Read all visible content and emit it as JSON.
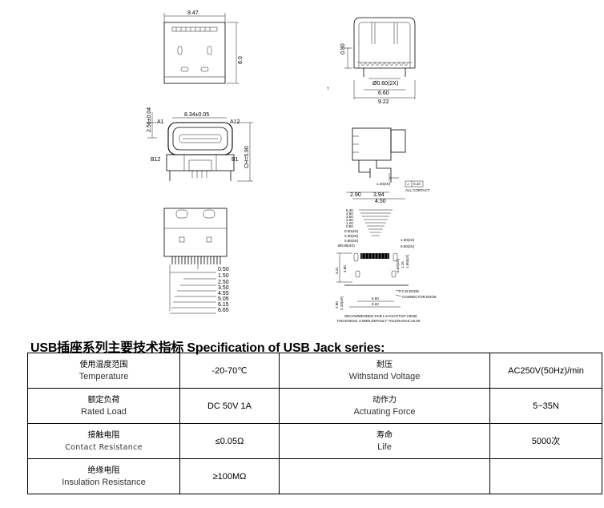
{
  "section_title": "USB插座系列主要技术指标 Specification of USB Jack series:",
  "drawings": {
    "top_view": {
      "width": "9.47",
      "height": "8.0"
    },
    "side_view": {
      "height": "0.80",
      "hole": "Ø0.60(2X)",
      "inner": "6.60",
      "outer": "9.22",
      "mark": "T"
    },
    "front_view": {
      "opening": "8.34±0.05",
      "pin_a1": "A1",
      "pin_a12": "A12",
      "pin_b12": "B12",
      "pin_b1": "B1",
      "height_left": "2.56±0.04",
      "height_right": "CH=5.90"
    },
    "side_view_2": {
      "flatness": "1.20(4X)",
      "tolerance": "0.10",
      "contact_note": "ALL CONTACT",
      "dim_a": "2.90",
      "dim_b": "3.94",
      "dim_c": "4.50"
    },
    "bottom_view": {
      "pitches": [
        "0.50",
        "1.50",
        "2.50",
        "3.50",
        "4.55",
        "5.05",
        "6.15",
        "6.65"
      ]
    },
    "pcb_layout": {
      "left_dims": [
        "6.40",
        "4.80",
        "3.60",
        "2.60",
        "1.20",
        "0.60",
        "0.50(4X)",
        "0.30(4X)",
        "0.60(4X)"
      ],
      "right_dims": [
        "1.00(4X)",
        "0.60(4X)",
        "1.60(4X)",
        "1.15",
        "0.63(4X)"
      ],
      "hole_label": "Ø0.80(4X)",
      "vertical_left": [
        "4.21",
        "4.80"
      ],
      "bottom_left": [
        "2.80",
        "2.10(4X)"
      ],
      "bottom_dims": [
        "6.60",
        "9.22"
      ],
      "pcb_edge": "P.C.B EDGE",
      "connector_edge": "CONNECTOR EDGE",
      "note1": "RECOMMENDED PCB LAYOUT(TOP VIEW)",
      "note2": "THICKNESS: 0.8MM,DEFAULT TOLERANCE:±0.05"
    }
  },
  "specs": [
    [
      {
        "zh": "使用温度范围",
        "en": "Temperature"
      },
      {
        "value": "-20-70℃"
      },
      {
        "zh": "耐压",
        "en": "Withstand Voltage"
      },
      {
        "value": "AC250V(50Hz)/min"
      }
    ],
    [
      {
        "zh": "额定负荷",
        "en": "Rated Load"
      },
      {
        "value": "DC 50V 1A"
      },
      {
        "zh": "动作力",
        "en": "Actuating Force"
      },
      {
        "value": "5~35N"
      }
    ],
    [
      {
        "zh": "接触电阻",
        "en": "Contact Resistance"
      },
      {
        "value": "≤0.05Ω"
      },
      {
        "zh": "寿命",
        "en": "Life"
      },
      {
        "value": "5000次"
      }
    ],
    [
      {
        "zh": "绝缘电阻",
        "en": "Insulation Resistance"
      },
      {
        "value": "≥100MΩ"
      },
      {
        "zh": "",
        "en": ""
      },
      {
        "value": ""
      }
    ]
  ]
}
